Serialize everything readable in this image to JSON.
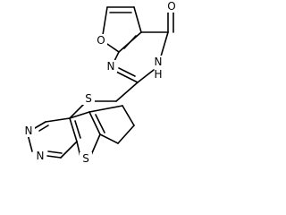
{
  "structure": {
    "atoms": {
      "furan_o": "O",
      "carbonyl_o": "O",
      "n_pyrimidine_1": "N",
      "n_h": "N",
      "h_on_n": "H",
      "thioether_s": "S",
      "n_pyrimidine_2": "N",
      "n_pyrimidine_3": "N",
      "thiophene_s": "S"
    }
  }
}
